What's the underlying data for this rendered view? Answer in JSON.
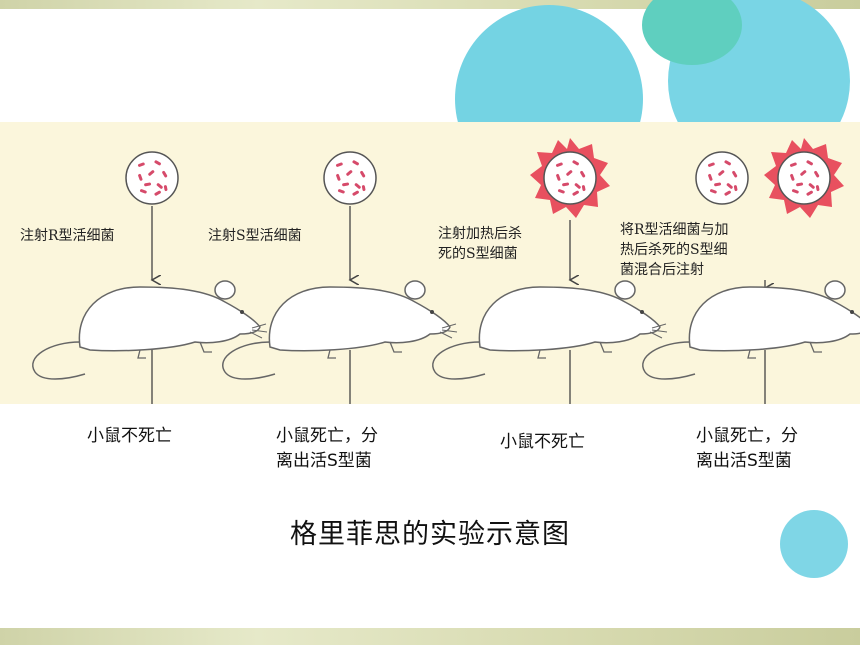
{
  "colors": {
    "panel_bg": "#fbf6dc",
    "bacteria": "#d64a6a",
    "heat_burst": "#e8505f",
    "decor_circle": "#6fd1e0",
    "decor_bar": "#d6d9ae"
  },
  "icons": [
    "bacteria-dish-icon",
    "heat-killed-bacteria-icon",
    "mouse-icon",
    "down-arrow-icon"
  ],
  "experiments": [
    {
      "step": "注射R型活细菌",
      "result": "小鼠不死亡"
    },
    {
      "step": "注射S型活细菌",
      "result": "小鼠死亡，分\n离出活S型菌"
    },
    {
      "step": "注射加热后杀\n死的S型细菌",
      "result": "小鼠不死亡"
    },
    {
      "step": "将R型活细菌与加\n热后杀死的S型细\n菌混合后注射",
      "result": "小鼠死亡，分\n离出活S型菌"
    }
  ],
  "caption": "格里菲思的实验示意图"
}
